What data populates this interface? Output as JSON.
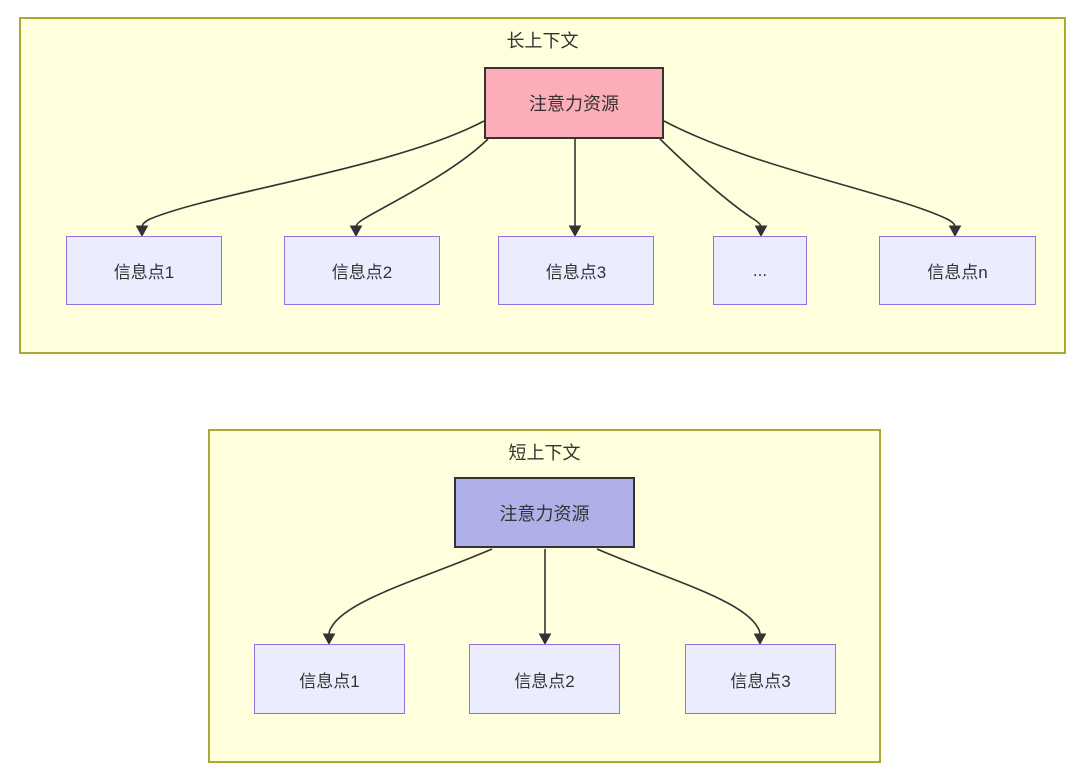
{
  "diagram_type": "attention-allocation-comparison",
  "colors": {
    "section_fill": "#ffffde",
    "section_border": "#aaaa33",
    "source_fill_long_context": "#fbaeb8",
    "source_fill_short_context": "#afb0e8",
    "info_node_fill": "#ececff",
    "info_node_border": "#9370db",
    "edge_color": "#333333",
    "text_color": "#333333"
  },
  "sections": [
    {
      "title": "长上下文",
      "source": {
        "label": "注意力资源"
      },
      "targets": [
        {
          "label": "信息点1"
        },
        {
          "label": "信息点2"
        },
        {
          "label": "信息点3"
        },
        {
          "label": "..."
        },
        {
          "label": "信息点n"
        }
      ]
    },
    {
      "title": "短上下文",
      "source": {
        "label": "注意力资源"
      },
      "targets": [
        {
          "label": "信息点1"
        },
        {
          "label": "信息点2"
        },
        {
          "label": "信息点3"
        }
      ]
    }
  ]
}
